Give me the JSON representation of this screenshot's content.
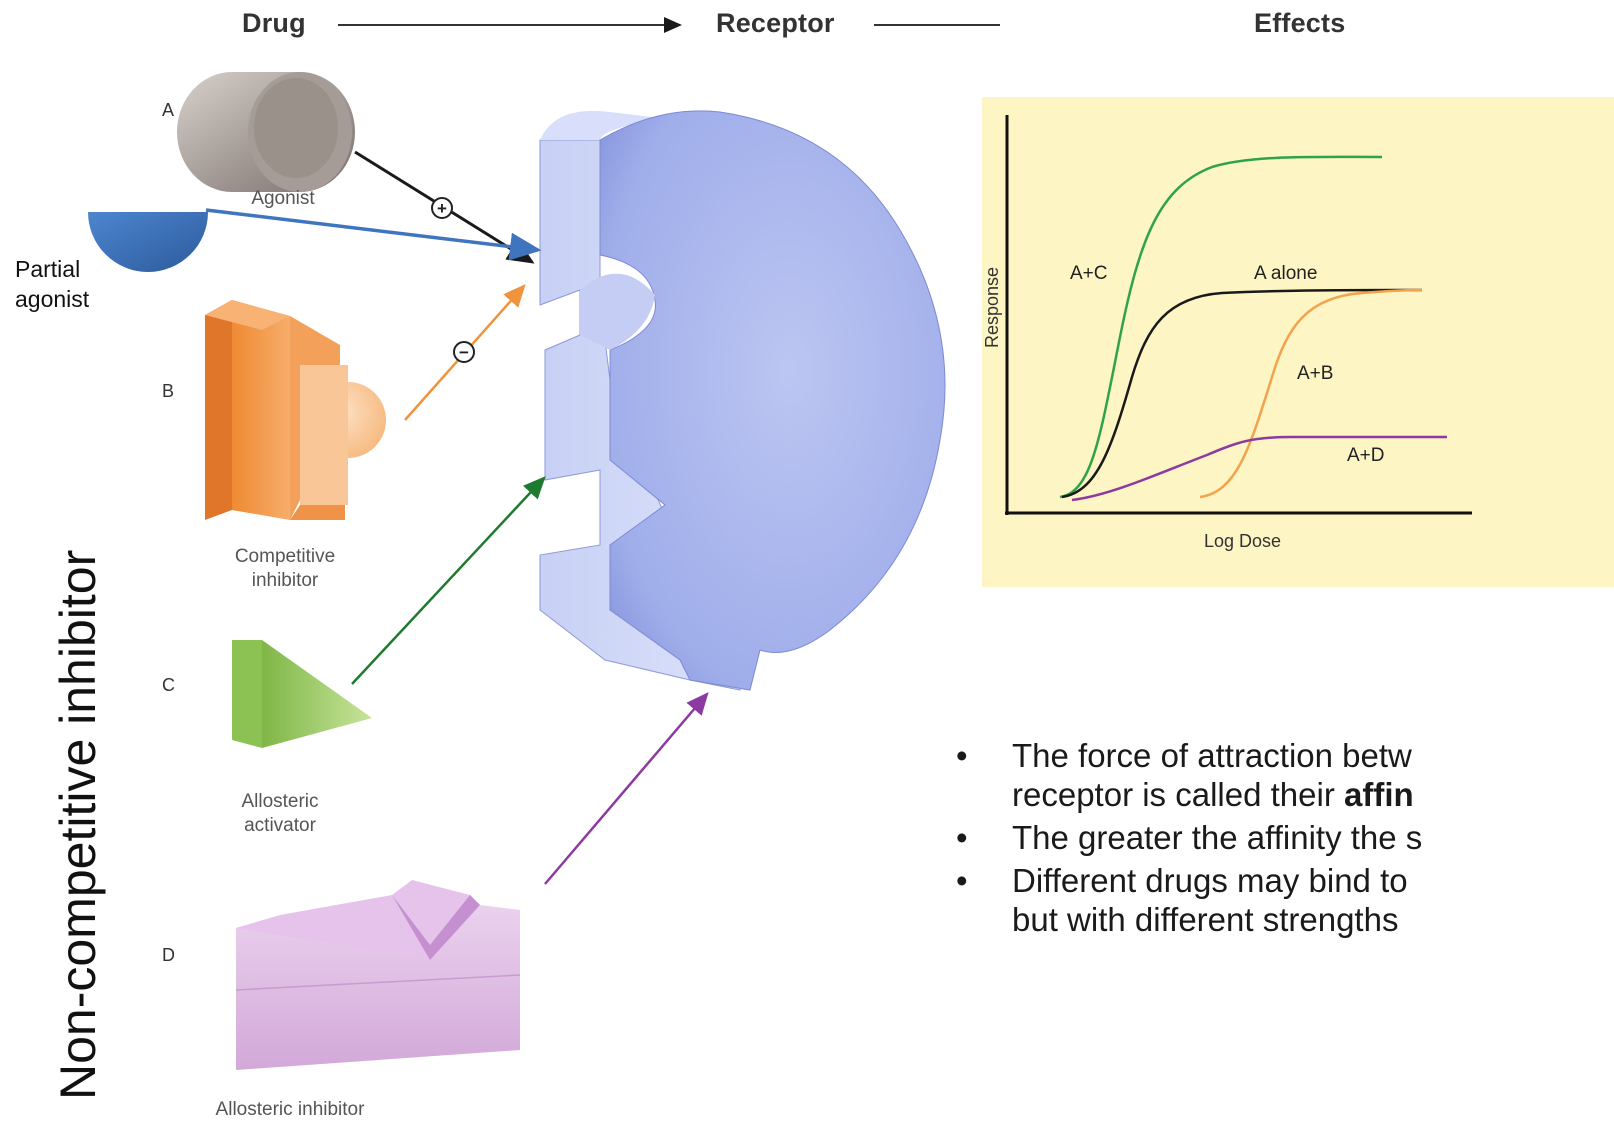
{
  "header": {
    "drug": "Drug",
    "receptor": "Receptor",
    "effects": "Effects"
  },
  "letters": {
    "a": "A",
    "b": "B",
    "c": "C",
    "d": "D"
  },
  "labels": {
    "agonist": "Agonist",
    "partial_agonist_line1": "Partial",
    "partial_agonist_line2": "agonist",
    "competitive_line1": "Competitive",
    "competitive_line2": "inhibitor",
    "allosteric_act_line1": "Allosteric",
    "allosteric_act_line2": "activator",
    "allosteric_inhibitor": "Allosteric inhibitor",
    "vertical": "Non-competitive inhibitor"
  },
  "signs": {
    "plus": "+",
    "minus": "−"
  },
  "graph": {
    "ylabel": "Response",
    "xlabel": "Log Dose",
    "curves": {
      "ac": "A+C",
      "a": "A alone",
      "ab": "A+B",
      "ad": "A+D"
    }
  },
  "bullets": {
    "b1_line1": "The force of attraction betw",
    "b1_line2_pre": "receptor is called their ",
    "b1_line2_bold": "affin",
    "b2": "The greater the affinity the s",
    "b3_line1": "Different drugs may bind to",
    "b3_line2": "but with different strengths",
    "marker": "•"
  },
  "colors": {
    "agonist": "#9a928d",
    "partial": "#3f74bf",
    "competitive": "#f0923e",
    "activator": "#8fc25a",
    "inhibitor": "#d5afdc",
    "receptor": "#a9b6ec",
    "panel": "#fdf5c3",
    "green": "#2fa347",
    "purple": "#8c39a0",
    "orange": "#f3a24d"
  }
}
